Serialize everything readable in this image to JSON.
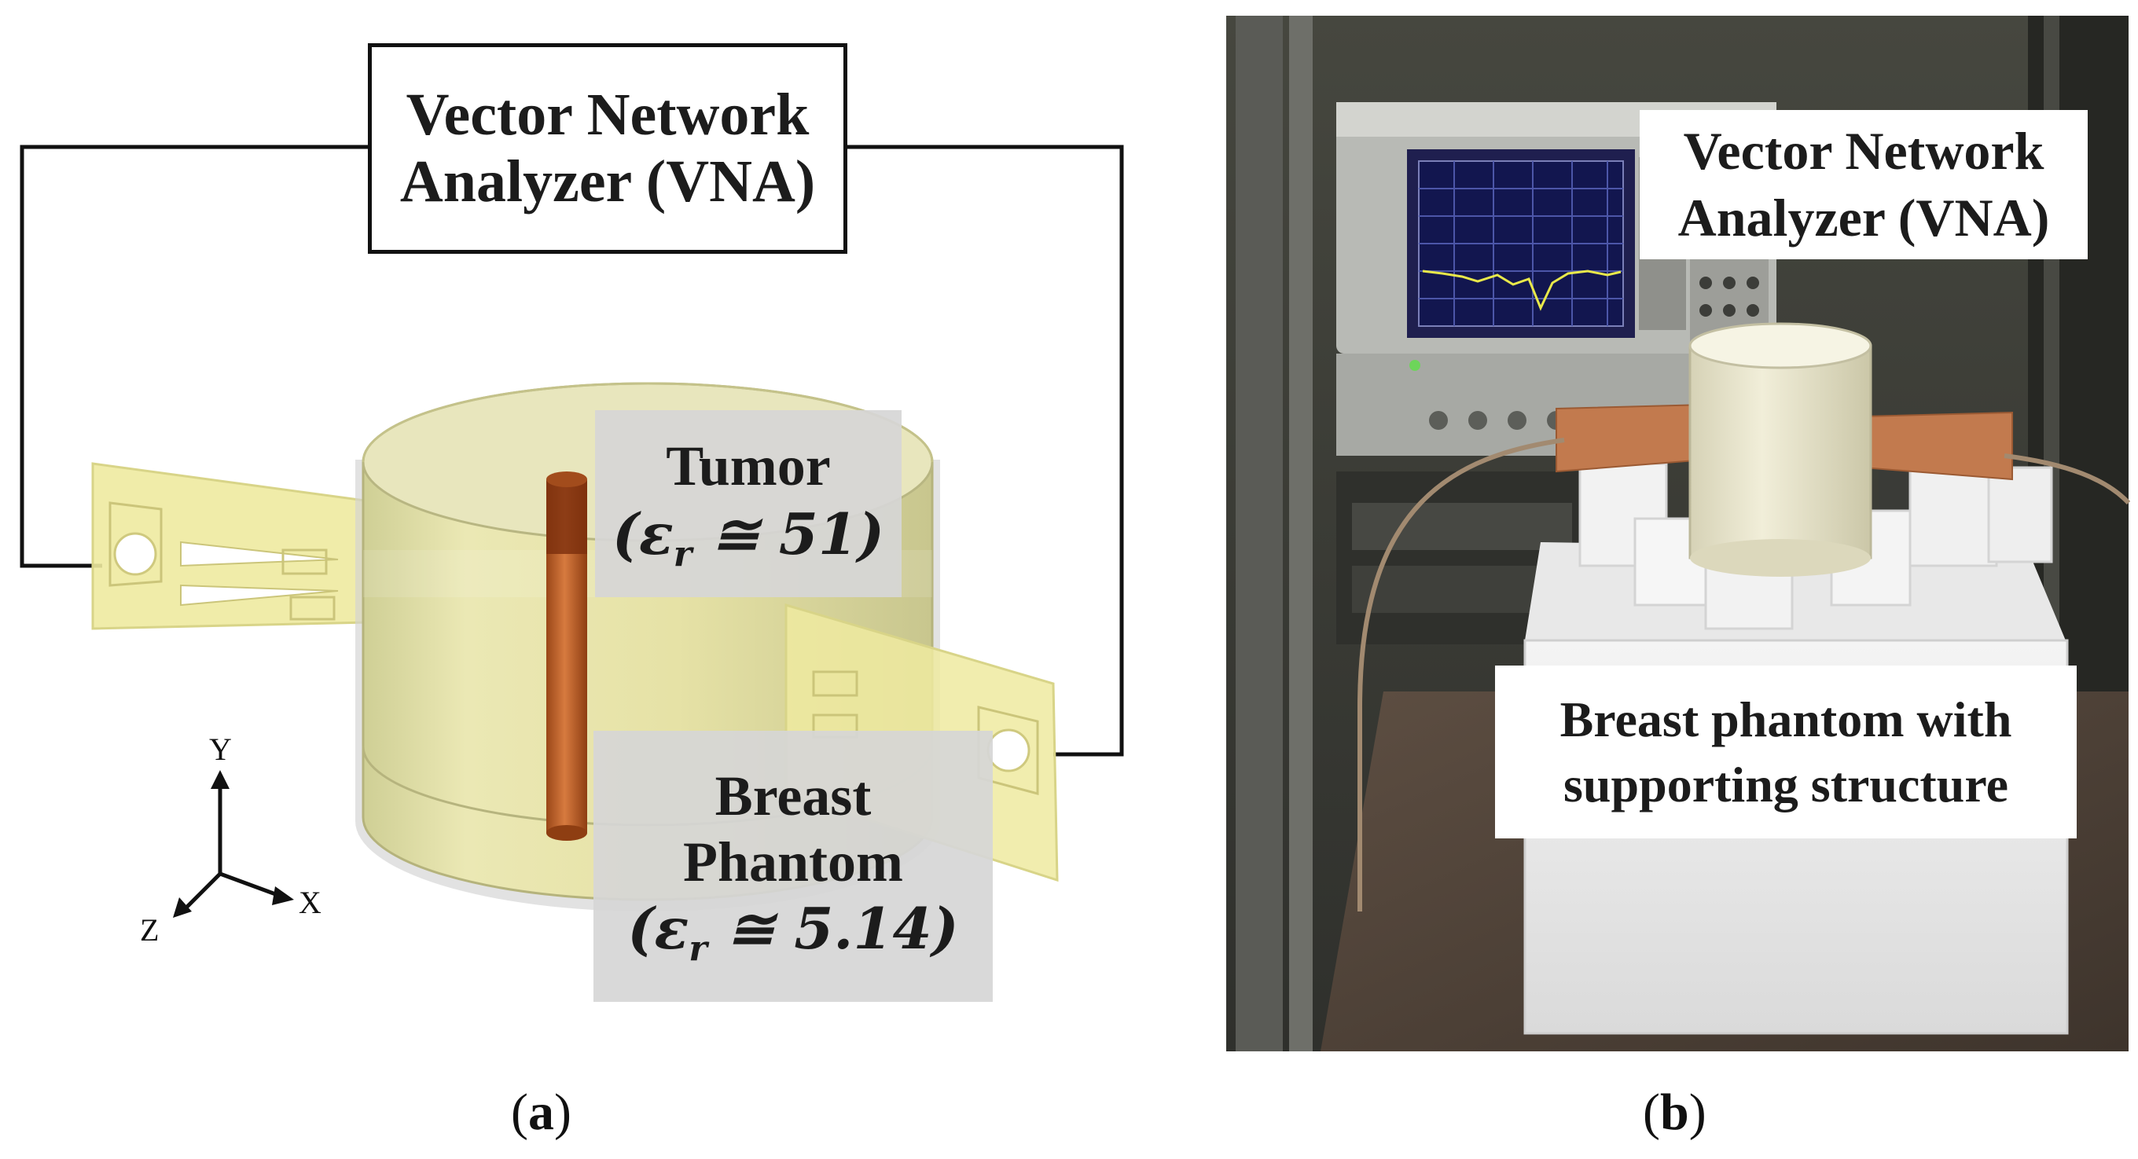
{
  "vna_label": {
    "line1": "Vector Network",
    "line2": "Analyzer (VNA)"
  },
  "tumor_label": {
    "name": "Tumor",
    "permittivity": "(ε",
    "sub": "r",
    "rest": " ≅ 51)"
  },
  "phantom_label": {
    "line1": "Breast",
    "line2": "Phantom",
    "permittivity": "(ε",
    "sub": "r",
    "rest": " ≅ 5.14)"
  },
  "axes": {
    "y": "Y",
    "x": "X",
    "z": "Z"
  },
  "photo_vna_label": {
    "line1": "Vector Network",
    "line2": "Analyzer (VNA)"
  },
  "photo_phantom_label": {
    "line1": "Breast phantom with",
    "line2": "supporting structure"
  },
  "captions": {
    "a": "a",
    "b": "b"
  },
  "colors": {
    "phantom_yellow": "#e9e4a8",
    "tumor_copper": "#c0622c",
    "antenna_yellow": "#eeeaa0",
    "photo_dark": "#3d3e3c"
  }
}
